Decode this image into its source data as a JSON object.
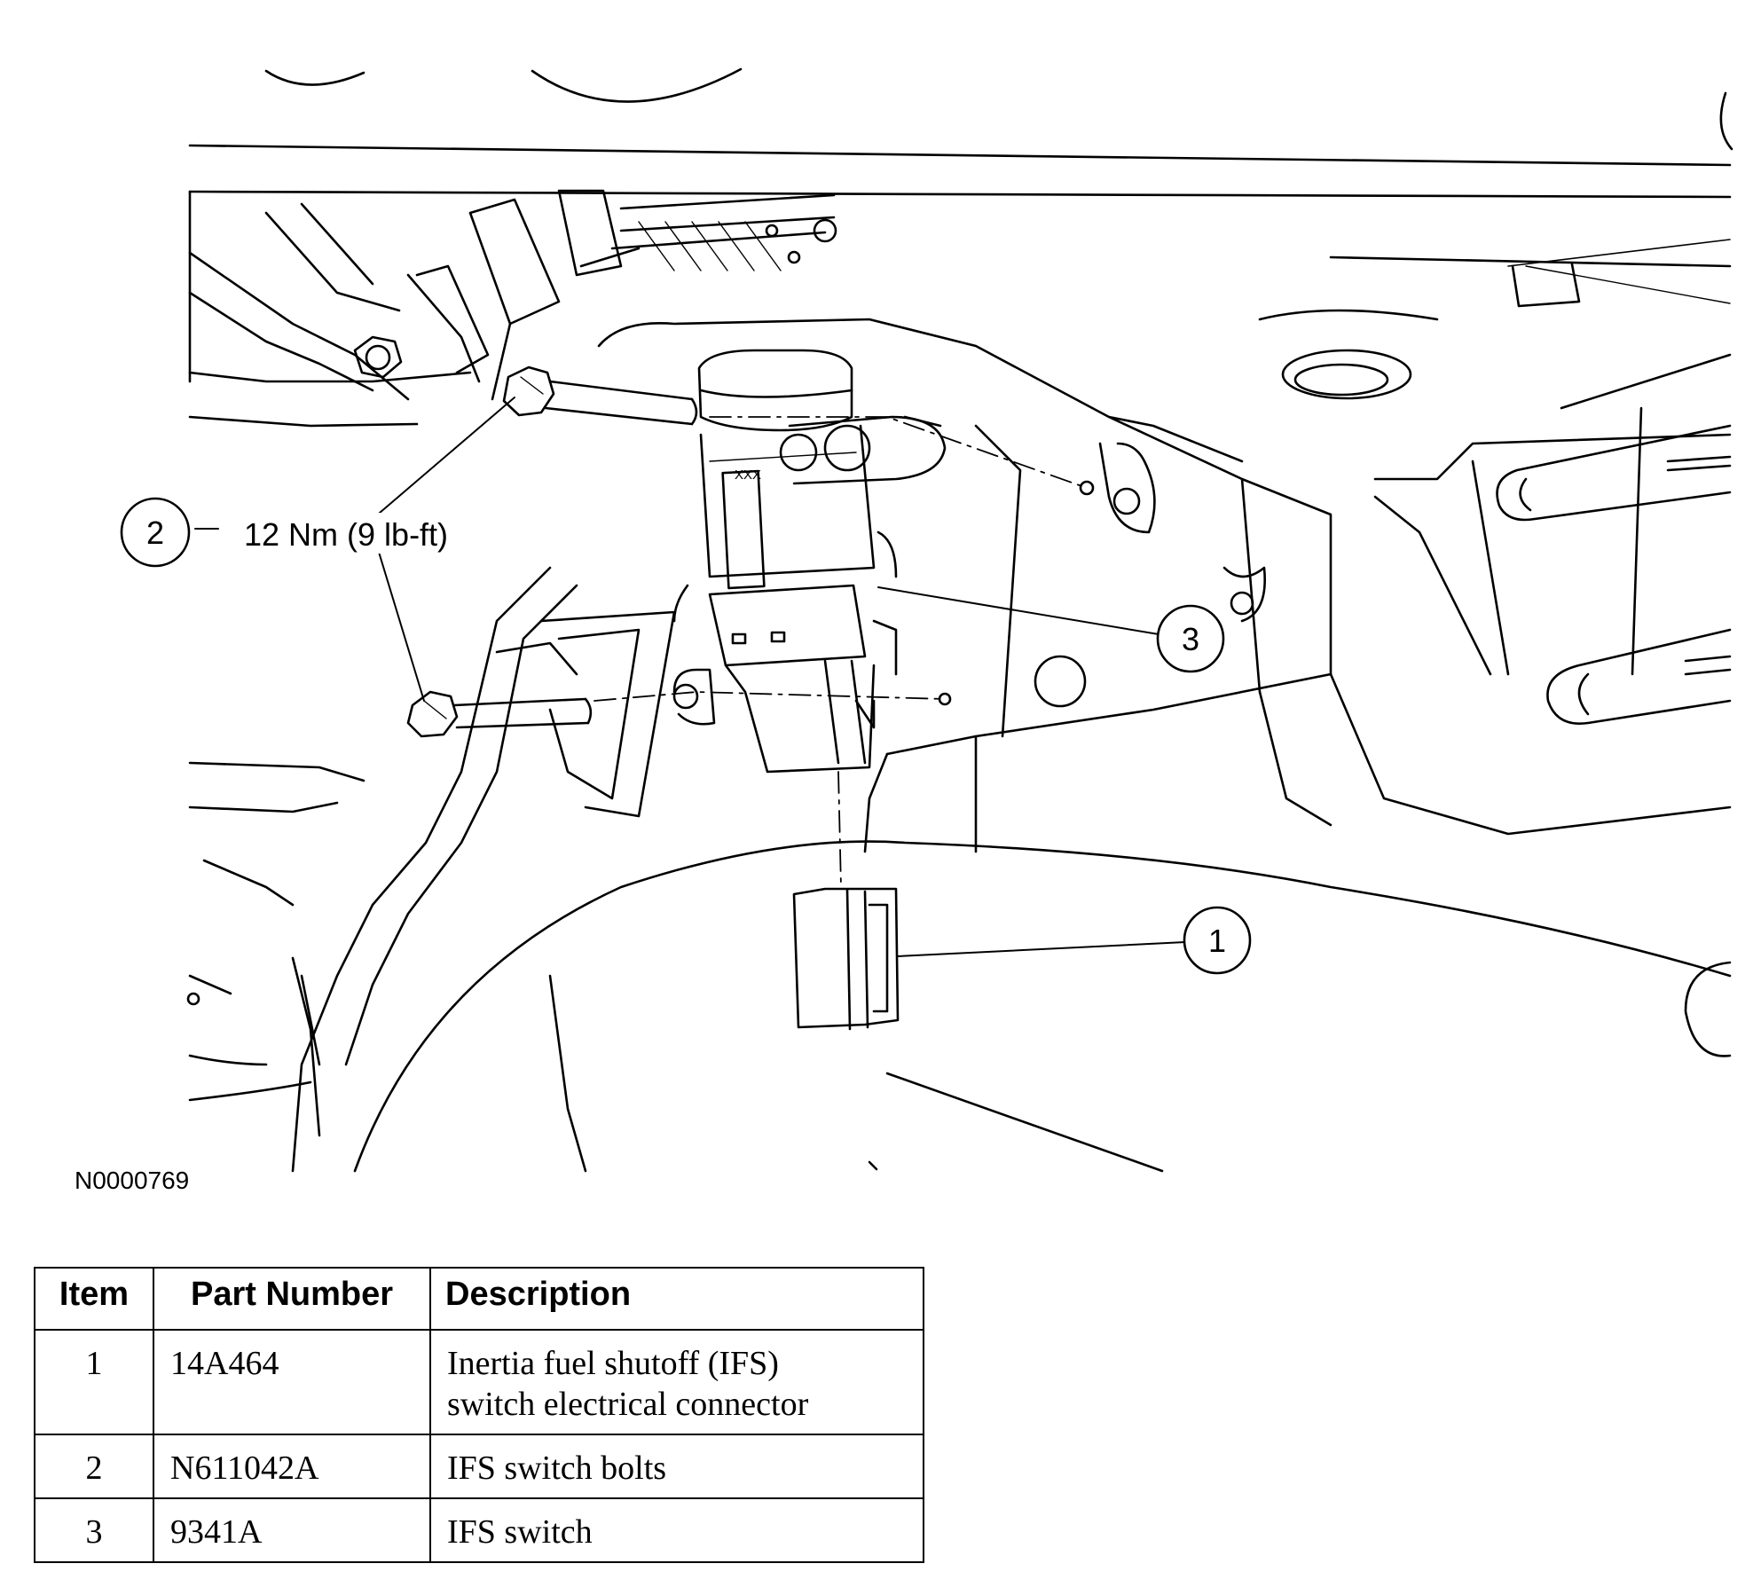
{
  "diagram": {
    "figure_id": "N0000769",
    "torque_spec": "12 Nm (9 lb-ft)",
    "part_stamp": "XXX",
    "callouts": [
      "1",
      "2",
      "3"
    ]
  },
  "table": {
    "headers": {
      "item": "Item",
      "part_number": "Part Number",
      "description": "Description"
    },
    "rows": [
      {
        "item": "1",
        "part_number": "14A464",
        "description_lines": [
          "Inertia fuel shutoff (IFS)",
          "switch electrical connector"
        ]
      },
      {
        "item": "2",
        "part_number": "N611042A",
        "description_lines": [
          "IFS switch bolts"
        ]
      },
      {
        "item": "3",
        "part_number": "9341A",
        "description_lines": [
          "IFS switch"
        ]
      }
    ]
  }
}
